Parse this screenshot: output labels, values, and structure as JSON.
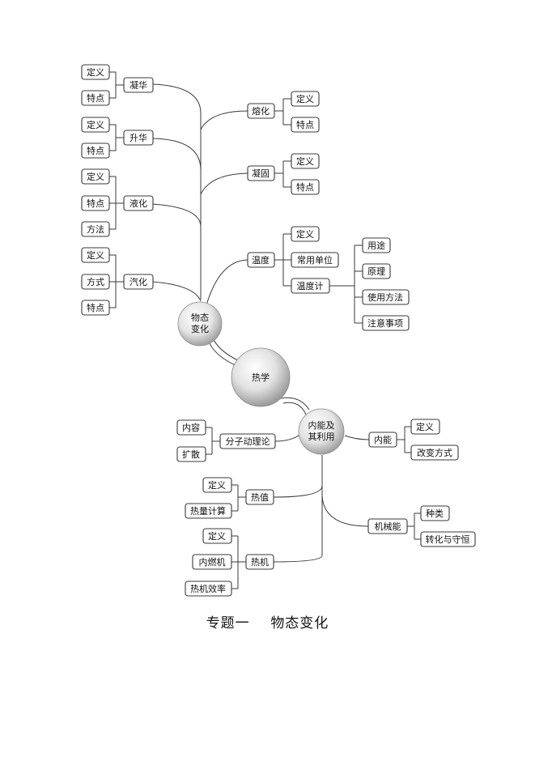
{
  "nodes": {
    "center": "热学",
    "wutai": [
      "物态",
      "变化"
    ],
    "neineng": [
      "内能及",
      "其利用"
    ],
    "ninghua": "凝华",
    "shenghua": "升华",
    "yehua": "液化",
    "qihua": "汽化",
    "ronghua": "熔化",
    "ninggu": "凝固",
    "wendu": "温度",
    "changyong": "常用单位",
    "wenduji": "温度计",
    "yongtu": "用途",
    "yuanli": "原理",
    "shiyong": "使用方法",
    "zhuyi": "注意事项",
    "dingyi": "定义",
    "tedian": "特点",
    "fangfa": "方法",
    "fangshi": "方式",
    "fenzi": "分子动理论",
    "neirong": "内容",
    "kuosan": "扩散",
    "rezhi": "热值",
    "reliang": "热量计算",
    "reji": "热机",
    "neiranji": "内燃机",
    "xiaolv": "热机效率",
    "neinengbox": "内能",
    "gaibian": "改变方式",
    "jixie": "机械能",
    "zhonglei": "种类",
    "zhuanhua": "转化与守恒"
  },
  "caption": {
    "topic": "专题一",
    "title": "物态变化"
  }
}
